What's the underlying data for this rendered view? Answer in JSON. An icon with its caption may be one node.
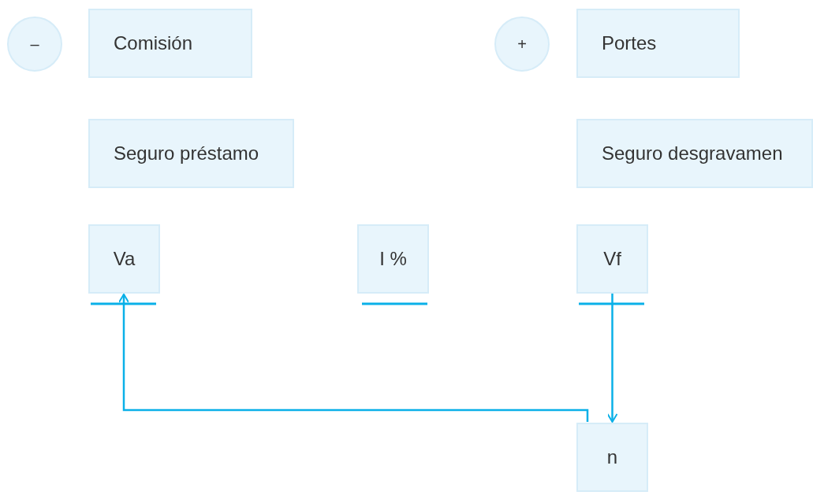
{
  "diagram": {
    "nodes": [
      {
        "text": [
          "–"
        ]
      },
      {
        "text": [
          "Comisión"
        ]
      },
      {
        "text": [
          "+"
        ]
      },
      {
        "text": [
          "Portes"
        ]
      },
      {
        "text": [
          "Seguro préstamo"
        ]
      },
      {
        "text": [
          "Seguro desgravamen"
        ]
      },
      {
        "text": [
          "Va"
        ]
      },
      {
        "text": [
          "I %"
        ]
      },
      {
        "text": [
          "Vf"
        ]
      },
      {
        "text": [
          "n"
        ]
      }
    ],
    "edges": [
      {
        "from": 8,
        "to": 9,
        "arrow": "to"
      },
      {
        "from": 9,
        "to": 6,
        "arrow": "to"
      }
    ]
  }
}
